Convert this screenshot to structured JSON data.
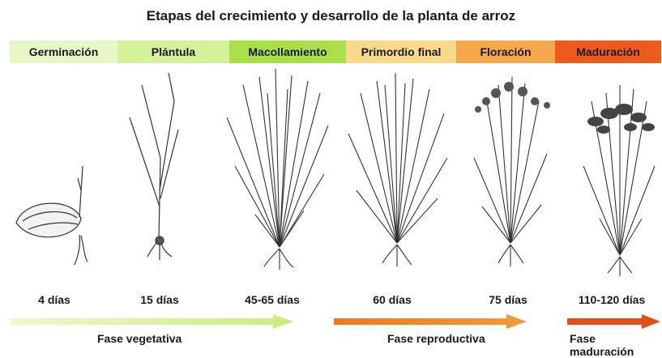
{
  "title": "Etapas del crecimiento y desarrollo de la planta de arroz",
  "stages": [
    {
      "label": "Germinación",
      "color": "#e8f7c8"
    },
    {
      "label": "Plántula",
      "color": "#d4f29a"
    },
    {
      "label": "Macollamiento",
      "color": "#a9e04a"
    },
    {
      "label": "Primordio final",
      "color": "#f9d98a"
    },
    {
      "label": "Floración",
      "color": "#f5a94a"
    },
    {
      "label": "Maduración",
      "color": "#ee5a1c"
    }
  ],
  "days": [
    "4 días",
    "15 días",
    "45-65 días",
    "60 días",
    "75 días",
    "110-120 días"
  ],
  "phases": [
    {
      "label": "Fase vegetativa",
      "color": "#c9ec7a"
    },
    {
      "label": "Fase reproductiva",
      "color": "#f07a1e"
    },
    {
      "label": "Fase maduración",
      "color": "#e0501a"
    }
  ],
  "icons": [
    "seed-icon",
    "seedling-icon",
    "tillering-plant-icon",
    "primordia-plant-icon",
    "flowering-plant-icon",
    "mature-plant-icon"
  ]
}
